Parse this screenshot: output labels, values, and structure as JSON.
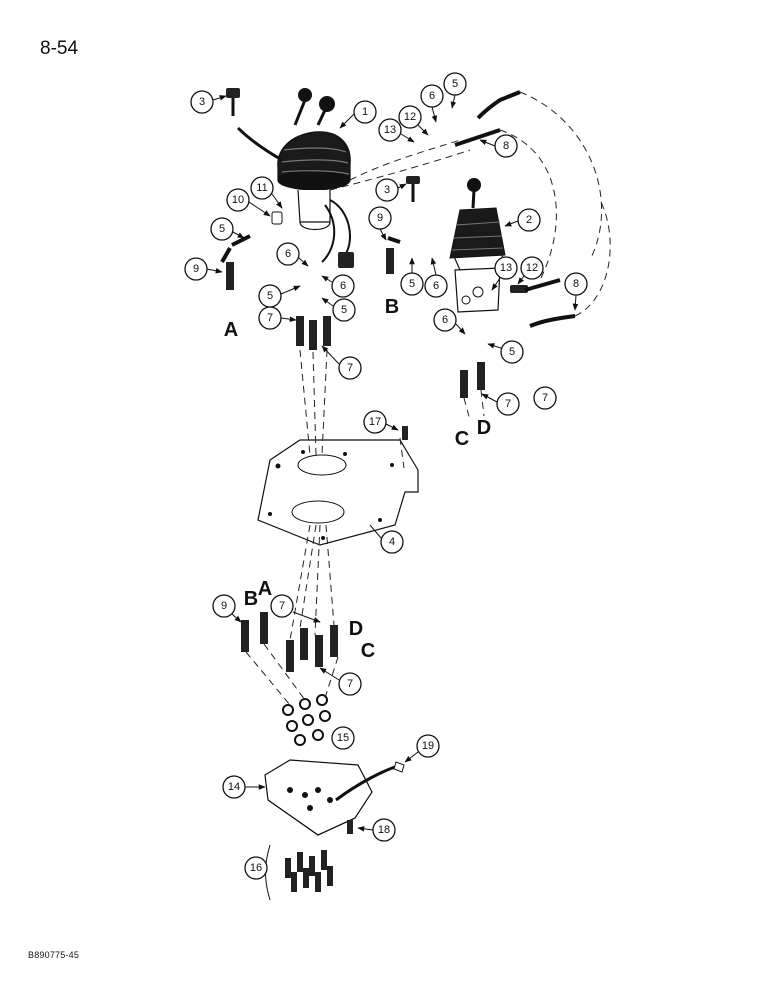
{
  "page": {
    "number": "8-54",
    "figure_code": "B890775-45"
  },
  "callouts": [
    "1",
    "2",
    "3",
    "3",
    "4",
    "5",
    "5",
    "5",
    "5",
    "5",
    "5",
    "6",
    "6",
    "6",
    "6",
    "6",
    "7",
    "7",
    "7",
    "7",
    "7",
    "7",
    "8",
    "8",
    "9",
    "9",
    "9",
    "10",
    "11",
    "12",
    "12",
    "13",
    "13",
    "14",
    "15",
    "16",
    "17",
    "18",
    "19"
  ],
  "port_labels": [
    "A",
    "B",
    "C",
    "D",
    "A",
    "B",
    "C",
    "D"
  ]
}
